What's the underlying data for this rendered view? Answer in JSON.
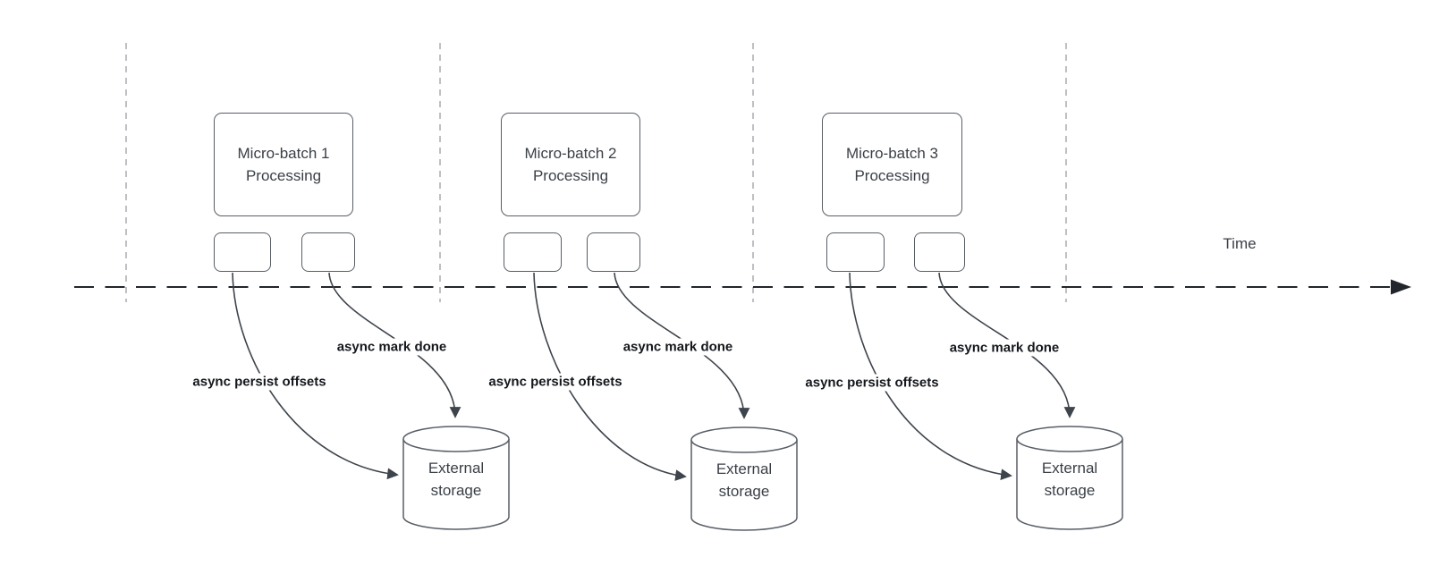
{
  "time_axis": {
    "label": "Time"
  },
  "clusters": [
    {
      "process_label": "Micro-batch 1\nProcessing",
      "persist_arrow_label": "async persist offsets",
      "done_arrow_label": "async mark done",
      "storage_label": "External\nstorage"
    },
    {
      "process_label": "Micro-batch 2\nProcessing",
      "persist_arrow_label": "async persist offsets",
      "done_arrow_label": "async mark done",
      "storage_label": "External\nstorage"
    },
    {
      "process_label": "Micro-batch 3\nProcessing",
      "persist_arrow_label": "async persist offsets",
      "done_arrow_label": "async mark done",
      "storage_label": "External\nstorage"
    }
  ],
  "colors": {
    "curve": "#3e444b",
    "timeline": "#22262c",
    "guide": "#a9acb1",
    "shape_border": "#585e66",
    "shape_text": "#3a3f46",
    "label_text": "#14171c"
  }
}
